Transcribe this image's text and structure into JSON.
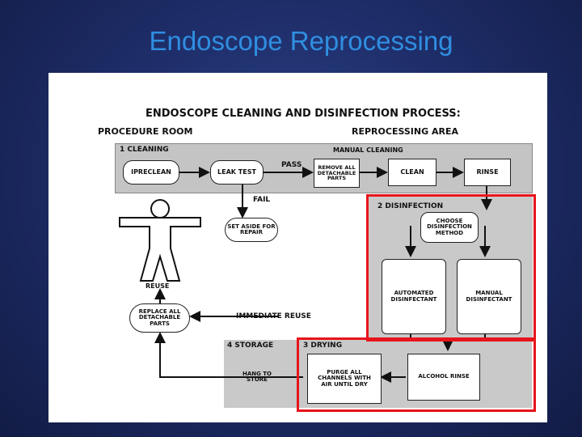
{
  "slide": {
    "title": "Endoscope Reprocessing"
  },
  "diagram": {
    "title": "ENDOSCOPE CLEANING AND DISINFECTION PROCESS:",
    "areas": {
      "procedure_room": "PROCEDURE ROOM",
      "reprocessing_area": "REPROCESSING AREA"
    },
    "sections": {
      "cleaning": "1  CLEANING",
      "manual_cleaning": "MANUAL CLEANING",
      "disinfection": "2  DISINFECTION",
      "storage": "4  STORAGE",
      "drying": "3  DRYING"
    },
    "boxes": {
      "preclean": "IPRECLEAN",
      "leak_test": "LEAK TEST",
      "remove_parts": "REMOVE ALL DETACHABLE PARTS",
      "clean": "CLEAN",
      "rinse": "RINSE",
      "set_aside": "SET ASIDE FOR REPAIR",
      "choose_method": "CHOOSE DISINFECTION METHOD",
      "automated": "AUTOMATED DISINFECTANT",
      "manual": "MANUAL DISINFECTANT",
      "replace_parts": "REPLACE ALL DETACHABLE PARTS",
      "hang_to_store": "HANG TO STORE",
      "purge": "PURGE ALL CHANNELS WITH AIR UNTIL DRY",
      "alcohol_rinse": "ALCOHOL RINSE"
    },
    "labels": {
      "pass": "PASS",
      "fail": "FAIL",
      "reuse": "REUSE",
      "immediate_reuse": "IMMEDIATE REUSE"
    },
    "colors": {
      "highlight": "#e8141b",
      "panel": "#c9c9c9",
      "title": "#2f8ee0"
    }
  }
}
